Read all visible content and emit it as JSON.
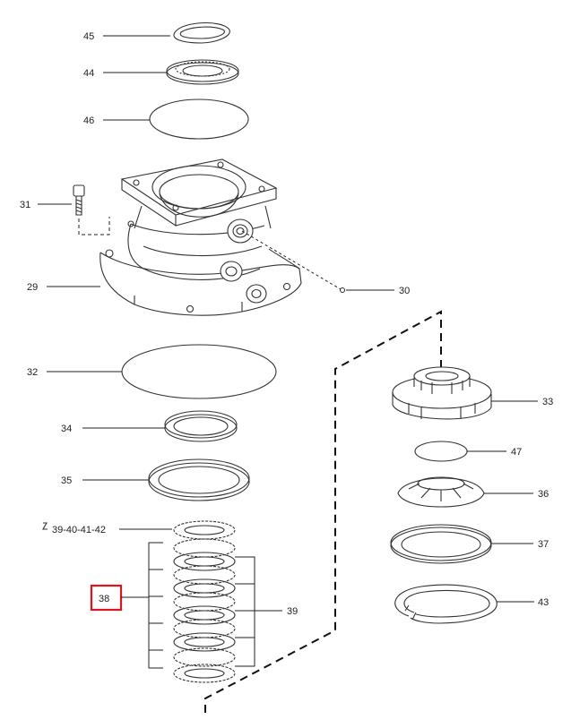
{
  "callouts": {
    "c45": "45",
    "c44": "44",
    "c46": "46",
    "c31": "31",
    "c29": "29",
    "c30": "30",
    "c32": "32",
    "c34": "34",
    "c35": "35",
    "c39_40_41_42": "39-40-41-42",
    "c38": "38",
    "c39": "39",
    "c33": "33",
    "c47": "47",
    "c36": "36",
    "c37": "37",
    "c43": "43"
  },
  "highlight": {
    "label": "38",
    "color": "#e0141e"
  }
}
